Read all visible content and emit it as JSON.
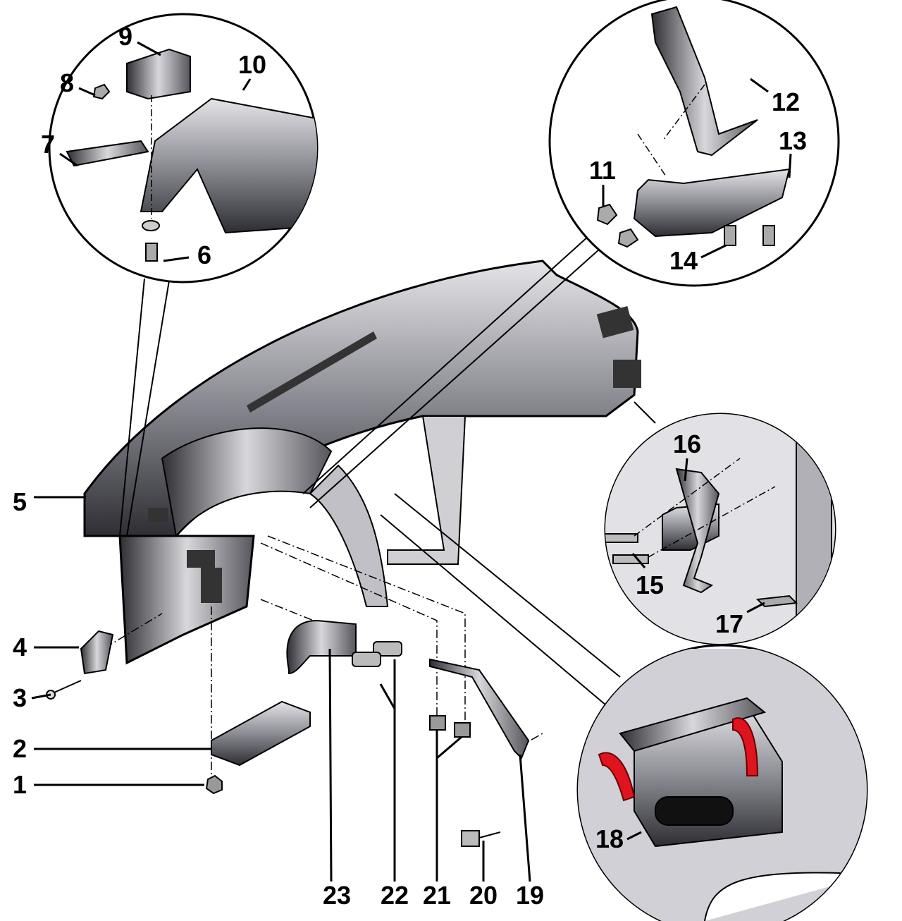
{
  "diagram": {
    "title": "Dashboard assembly exploded view",
    "callouts": [
      "1",
      "2",
      "3",
      "4",
      "5",
      "6",
      "7",
      "8",
      "9",
      "10",
      "11",
      "12",
      "13",
      "14",
      "15",
      "16",
      "17",
      "18",
      "19",
      "20",
      "21",
      "22",
      "23"
    ],
    "colors": {
      "part_dark": "#3a3a40",
      "part_mid": "#8a8a92",
      "part_light": "#d8d8dc",
      "line": "#000000",
      "arrow": "#e0141e"
    }
  }
}
